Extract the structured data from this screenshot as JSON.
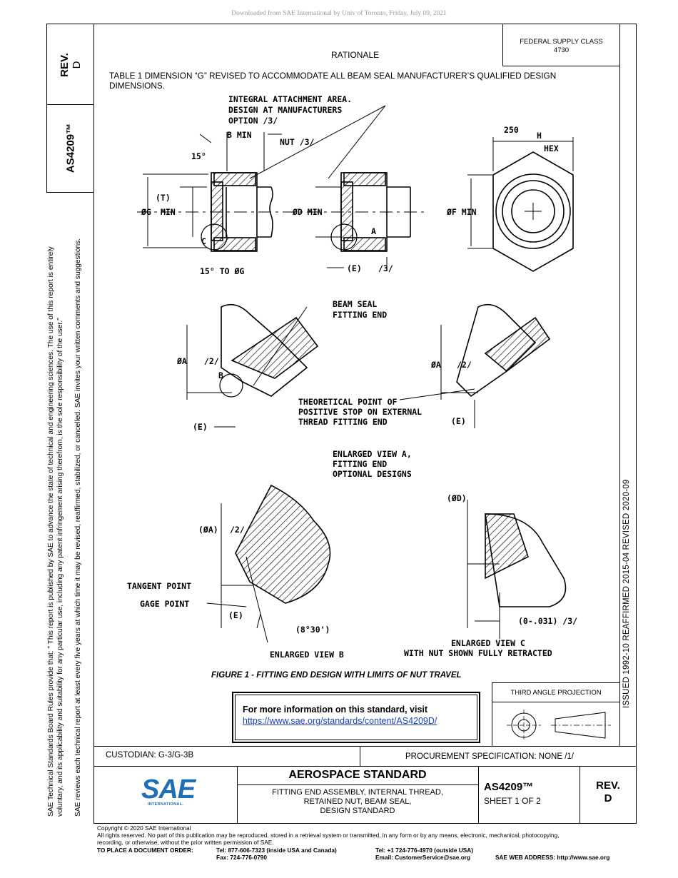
{
  "download_note": "Downloaded from SAE International by Univ of Toronto, Friday, July 09, 2021",
  "rev_box": {
    "label": "REV.",
    "value": "D"
  },
  "doc_number_side": "AS4209™",
  "disclaimer": {
    "line1": "SAE Technical Standards Board Rules provide that: \" This report is published by SAE to advance the state of technical and engineering sciences. The use of this report is entirely",
    "line2": "voluntary, and its applicability and suitability for any particular use, including any patent infringement arising therefrom, is the sole responsibility of the user.\"",
    "line3": "SAE reviews each technical report at least every five years at which time it may be revised, reaffirmed, stabilized, or cancelled. SAE invites your written comments and suggestions."
  },
  "federal_supply": {
    "line1": "FEDERAL SUPPLY CLASS",
    "line2": "4730"
  },
  "history": "ISSUED 1992-10     REAFFIRMED 2015-04     REVISED 2020-09",
  "rationale": {
    "heading": "RATIONALE",
    "text": "TABLE 1 DIMENSION “G” REVISED TO ACCOMMODATE ALL BEAM SEAL MANUFACTURER’S QUALIFIED DESIGN DIMENSIONS."
  },
  "drawing": {
    "integral": [
      "INTEGRAL ATTACHMENT AREA.",
      "DESIGN AT MANUFACTURERS",
      "OPTION /3/"
    ],
    "b_min": "B MIN",
    "nut": "NUT /3/",
    "deg15": "15°",
    "t": "(T)",
    "og_min": "ØG",
    "min": "MIN",
    "c": "C",
    "to_og": "15° TO ØG",
    "od_min": "ØD MIN",
    "a": "A",
    "e3": "(E)",
    "e3b": "/3/",
    "hex250": "250",
    "h": "H",
    "hex": "HEX",
    "of_min": "ØF MIN",
    "beam_seal": [
      "BEAM SEAL",
      "FITTING END"
    ],
    "oa": "ØA",
    "two": "/2/",
    "b": "B",
    "theoretical": [
      "THEORETICAL POINT OF",
      "POSITIVE STOP ON EXTERNAL",
      "THREAD FITTING END"
    ],
    "e": "(E)",
    "enlarged_a": [
      "ENLARGED VIEW A,",
      "FITTING END",
      "OPTIONAL DESIGNS"
    ],
    "od": "(ØD)",
    "oa_paren": "(ØA)",
    "tangent": "TANGENT POINT",
    "gage": "GAGE POINT",
    "angle": "(8°30')",
    "enlarged_b": "ENLARGED VIEW B",
    "retract": "(0-.031) /3/",
    "enlarged_c": [
      "ENLARGED VIEW C",
      "WITH NUT SHOWN FULLY RETRACTED"
    ]
  },
  "figure_caption": "FIGURE 1 - FITTING END DESIGN WITH LIMITS OF NUT TRAVEL",
  "info": {
    "label": "For more information on this standard, visit",
    "url": "https://www.sae.org/standards/content/AS4209D/"
  },
  "projection": {
    "title": "THIRD ANGLE PROJECTION"
  },
  "custodian": "CUSTODIAN: G-3/G-3B",
  "procurement": "PROCUREMENT SPECIFICATION: NONE /1/",
  "title_block": {
    "logo": "SAE",
    "logo_sub": "INTERNATIONAL.",
    "main_title": "AEROSPACE STANDARD",
    "subtitle1": "FITTING END ASSEMBLY, INTERNAL THREAD,",
    "subtitle2": "RETAINED NUT, BEAM SEAL,",
    "subtitle3": "DESIGN STANDARD",
    "doc_number": "AS4209™",
    "sheet": "SHEET 1 OF 2",
    "rev_label": "REV.",
    "rev_value": "D"
  },
  "copyright": {
    "line1": "Copyright © 2020 SAE International",
    "line2": "All rights reserved. No part of this publication may be reproduced, stored in a retrieval system or transmitted, in any form or by any means, electronic, mechanical, photocopying,",
    "line3": "recording, or otherwise, without the prior written permission of SAE."
  },
  "order": {
    "label": "TO PLACE A DOCUMENT ORDER:",
    "tel_us": "Tel: 877-606-7323 (inside USA and Canada)",
    "fax": "Fax: 724-776-0790",
    "tel_intl": "Tel: +1 724-776-4970 (outside USA)",
    "email": "Email: CustomerService@sae.org",
    "web": "SAE WEB ADDRESS: http://www.sae.org"
  }
}
